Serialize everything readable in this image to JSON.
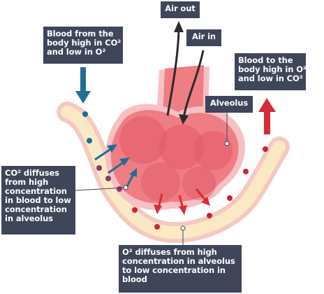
{
  "labels": {
    "air_out": "Air out",
    "air_in": "Air in",
    "blood_from_body": [
      "Blood from the",
      "body high in CO²",
      "and low in O²"
    ],
    "blood_to_body": [
      "Blood to the",
      "body high in O²",
      "and low in CO²"
    ],
    "alveolus": "Alveolus",
    "co2_diffusion": [
      "CO² diffuses",
      "from high",
      "concentration",
      "in blood to low",
      "concentration",
      "in alveolus"
    ],
    "o2_diffusion": [
      "O² diffuses from high",
      "concentration in alveolus",
      "to low  concentration in",
      "blood"
    ]
  },
  "colors": {
    "label_bg": "#3f4659",
    "label_text": "#ffffff",
    "alveolus_fill": "#ee7d84",
    "alveolus_bubble": "#e35a66",
    "alveolus_outline": "#f6c0c4",
    "capillary_wall": "#f5c8c0",
    "capillary_lumen": "#fbe9c6",
    "co2_arrow": "#1f6f94",
    "o2_arrow": "#d62c38",
    "air_arrow": "#2b2b2b",
    "cell_blue": "#1c6c95",
    "cell_purple": "#8a3a6a",
    "cell_red": "#cf2231"
  }
}
